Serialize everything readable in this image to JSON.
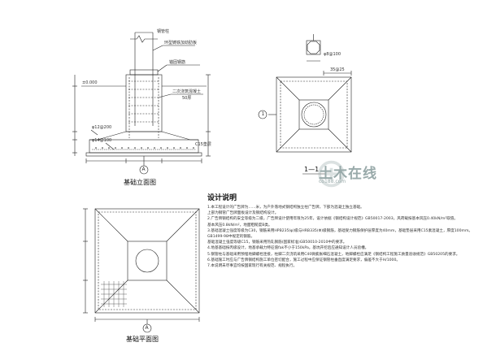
{
  "drawings": {
    "elevation": {
      "title": "基础立面图",
      "axis_mark": "A",
      "labels": {
        "pipe_label": "钢管柱",
        "stiffener": "环型铸铁加劲肋板",
        "anchor": "锚固钢筋",
        "ground_elev": "±0.000",
        "grout": "二次浇筑混凝土",
        "grout_thick": "50厚",
        "ring_bar": "φ12@200",
        "mesh_bar": "φ14@100",
        "cushion": "C15垫层"
      }
    },
    "section": {
      "title": "1—1",
      "axis_mark": "1",
      "labels": {
        "bar_note": "φ8@100",
        "dim": "35@25"
      }
    },
    "plan": {
      "title": "基础平面图",
      "axis_mark": "A"
    }
  },
  "notes": {
    "title": "设计说明",
    "items": [
      "1.本工程设计的广告牌为……米，为户外落地式钢结构独立柱广告牌，下部为混凝土独立基础。",
      "  上部为钢管广告牌面板设计及钢结构设计。",
      "2.广告牌钢结构的安全等级为二级，广告牌设计使用年限为25年，设计依据《钢结构设计规范》GB50017-2003，风荷载按基本风压0.40kN/m²取值。",
      "  基本风压0.8kN/m²，地面粗糙度B类。",
      "3.基础混凝土强度等级为C30，钢筋采用HPB235(φ)级与HRB335(Φ)级钢筋，基础受力钢筋保护层厚度为40mm，基础垫层采用C15素混凝土，厚度100mm。",
      "  GB1499-98中规定的钢筋。",
      "  基础混凝土强度等级C15，钢筋采用热轧钢筋(国家标准)GB50010-2010中的要求。",
      "4.地基基础按丙级设计，地基承载力特征值fak不小于150kPa，基坑开挖后应通知设计人员验槽。",
      "5.钢管柱与基础采用预埋地脚螺栓连接，柱脚二次浇筑采用C40微膨胀细石混凝土，地脚螺栓应满足《钢结构工程施工质量验收规范》GB50205的要求。",
      "6.基础施工时应与广告牌钢结构施工单位密切配合，施工过程中应保证钢管柱垂直度满足要求，偏差不大于H/1000。",
      "7.本说明未尽事宜均按国家现行有关规范、规程执行。"
    ]
  },
  "watermark": {
    "text": "土木在线",
    "url": "co188.com"
  }
}
